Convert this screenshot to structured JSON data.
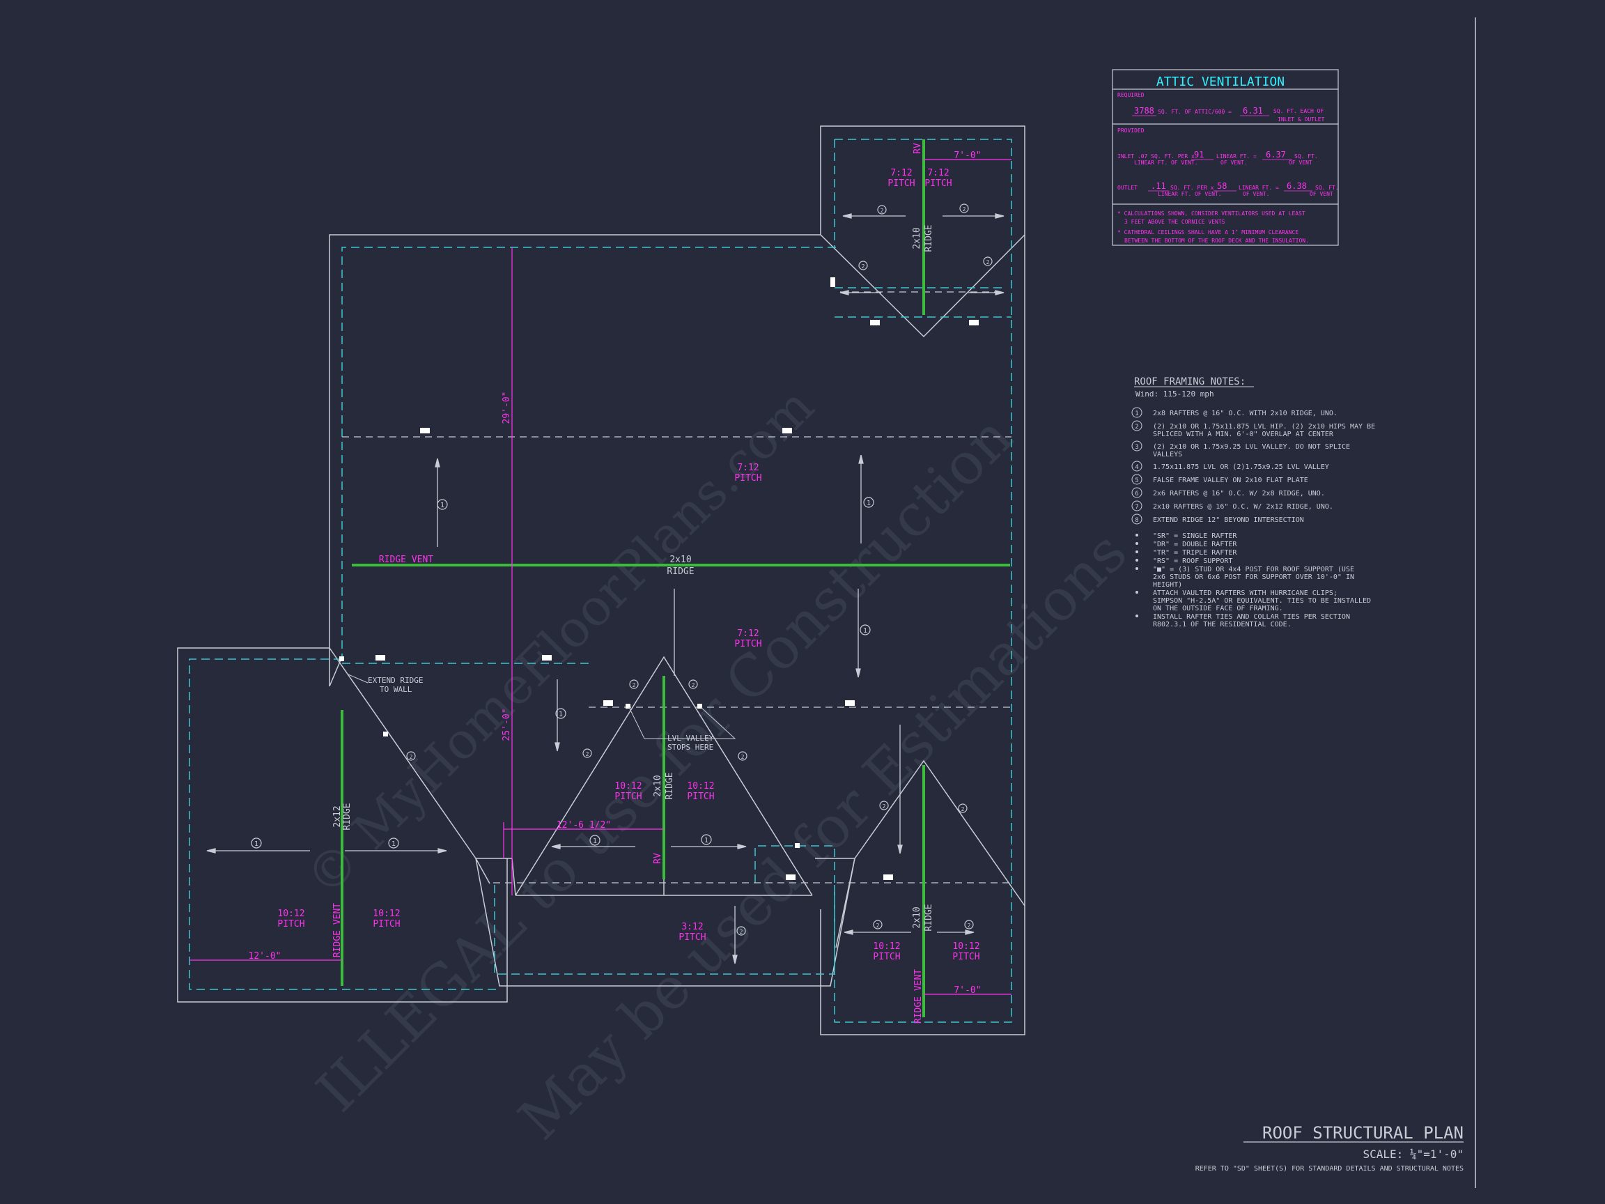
{
  "watermark": {
    "line1": "© MyHomeFloorPlans.com",
    "line2": "ILLEGAL to use for Construction",
    "line3": "May be used for Estimations"
  },
  "attic": {
    "title": "ATTIC VENTILATION",
    "required_label": "REQUIRED",
    "required_sqft": "3788",
    "required_formula": "SQ. FT. OF ATTIC/600 =",
    "required_result": "6.31",
    "required_unit_1": "SQ. FT. EACH OF",
    "required_unit_2": "INLET & OUTLET",
    "provided_label": "PROVIDED",
    "inlet_line1": "INLET .07 SQ. FT. PER x",
    "inlet_line2": "LINEAR FT. OF VENT.",
    "inlet_linear": "91",
    "inlet_mid_1": "LINEAR FT. =",
    "inlet_mid_2": "OF VENT.",
    "inlet_result": "6.37",
    "inlet_unit_1": "SQ. FT.",
    "inlet_unit_2": "OF VENT",
    "outlet_line1": "OUTLET",
    "outlet_rate": ".11",
    "outlet_line1b": "SQ. FT. PER x",
    "outlet_line2": "LINEAR FT. OF VENT.",
    "outlet_linear": "58",
    "outlet_mid_1": "LINEAR FT. =",
    "outlet_mid_2": "OF VENT.",
    "outlet_result": "6.38",
    "outlet_unit_1": "SQ. FT.",
    "outlet_unit_2": "OF VENT",
    "note1_a": "* CALCULATIONS SHOWN, CONSIDER VENTILATORS USED AT LEAST",
    "note1_b": "3 FEET ABOVE THE CORNICE VENTS",
    "note2_a": "* CATHEDRAL CEILINGS SHALL HAVE A 1\" MINIMUM CLEARANCE",
    "note2_b": "BETWEEN THE BOTTOM OF THE ROOF DECK AND THE INSULATION."
  },
  "notes": {
    "title": "ROOF FRAMING NOTES:",
    "wind": "Wind: 115-120 mph",
    "items": [
      {
        "num": "1",
        "lines": [
          "2x8 RAFTERS @ 16\" O.C. WITH 2x10 RIDGE, UNO."
        ]
      },
      {
        "num": "2",
        "lines": [
          "(2) 2x10 OR 1.75x11.875 LVL HIP. (2) 2x10 HIPS MAY BE",
          "SPLICED WITH A MIN. 6'-0\" OVERLAP AT CENTER"
        ]
      },
      {
        "num": "3",
        "lines": [
          "(2) 2x10 OR 1.75x9.25 LVL VALLEY. DO NOT SPLICE",
          "VALLEYS"
        ]
      },
      {
        "num": "4",
        "lines": [
          "1.75x11.875 LVL OR (2)1.75x9.25 LVL VALLEY"
        ]
      },
      {
        "num": "5",
        "lines": [
          "FALSE FRAME VALLEY ON 2x10 FLAT PLATE"
        ]
      },
      {
        "num": "6",
        "lines": [
          "2x6 RAFTERS @ 16\" O.C. W/ 2x8 RIDGE, UNO."
        ]
      },
      {
        "num": "7",
        "lines": [
          "2x10 RAFTERS @ 16\" O.C. W/ 2x12 RIDGE, UNO."
        ]
      },
      {
        "num": "8",
        "lines": [
          "EXTEND RIDGE 12\" BEYOND INTERSECTION"
        ]
      }
    ],
    "bullets": [
      [
        "\"SR\"  = SINGLE RAFTER"
      ],
      [
        "\"DR\" = DOUBLE RAFTER"
      ],
      [
        "\"TR\" = TRIPLE RAFTER"
      ],
      [
        "\"RS\" = ROOF SUPPORT"
      ],
      [
        "\"■\" = (3) STUD OR 4x4 POST FOR ROOF SUPPORT (USE",
        "2x6 STUDS OR 6x6 POST FOR SUPPORT OVER 10'-0\" IN",
        "HEIGHT)"
      ],
      [
        "ATTACH VAULTED RAFTERS WITH HURRICANE CLIPS;",
        "SIMPSON \"H-2.5A\" OR EQUIVALENT. TIES TO BE INSTALLED",
        "ON THE OUTSIDE FACE OF FRAMING."
      ],
      [
        "INSTALL RAFTER TIES AND COLLAR TIES PER SECTION",
        "R802.3.1 OF THE  RESIDENTIAL CODE."
      ]
    ]
  },
  "title_block": {
    "title": "ROOF STRUCTURAL PLAN",
    "scale": "SCALE: ¼\"=1'-0\"",
    "refer": "REFER TO \"SD\" SHEET(S) FOR STANDARD DETAILS AND STRUCTURAL NOTES"
  },
  "plan": {
    "pitch": "PITCH",
    "p712": "7:12",
    "p1012": "10:12",
    "p312": "3:12",
    "ridge_vent": "RIDGE VENT",
    "ridge": "RIDGE",
    "rv": "RV",
    "r2x10": "2x10",
    "r2x12": "2x12",
    "dim_29": "29'-0\"",
    "dim_25": "25'-0\"",
    "dim_7a": "7'-0\"",
    "dim_7b": "7'-0\"",
    "dim_12": "12'-0\"",
    "dim_126": "12'-6 1/2\"",
    "extend_1": "EXTEND RIDGE",
    "extend_2": "TO WALL",
    "lvl_1": "LVL VALLEY",
    "lvl_2": "STOPS HERE",
    "tag_1": "1",
    "tag_2": "2"
  },
  "colors": {
    "background": "#262a3b",
    "line": "#c8ccd6",
    "dash": "#3fc6cf",
    "magenta": "#ff33ee",
    "green": "#3dbb3d",
    "cyan_title": "#33f0ff"
  }
}
